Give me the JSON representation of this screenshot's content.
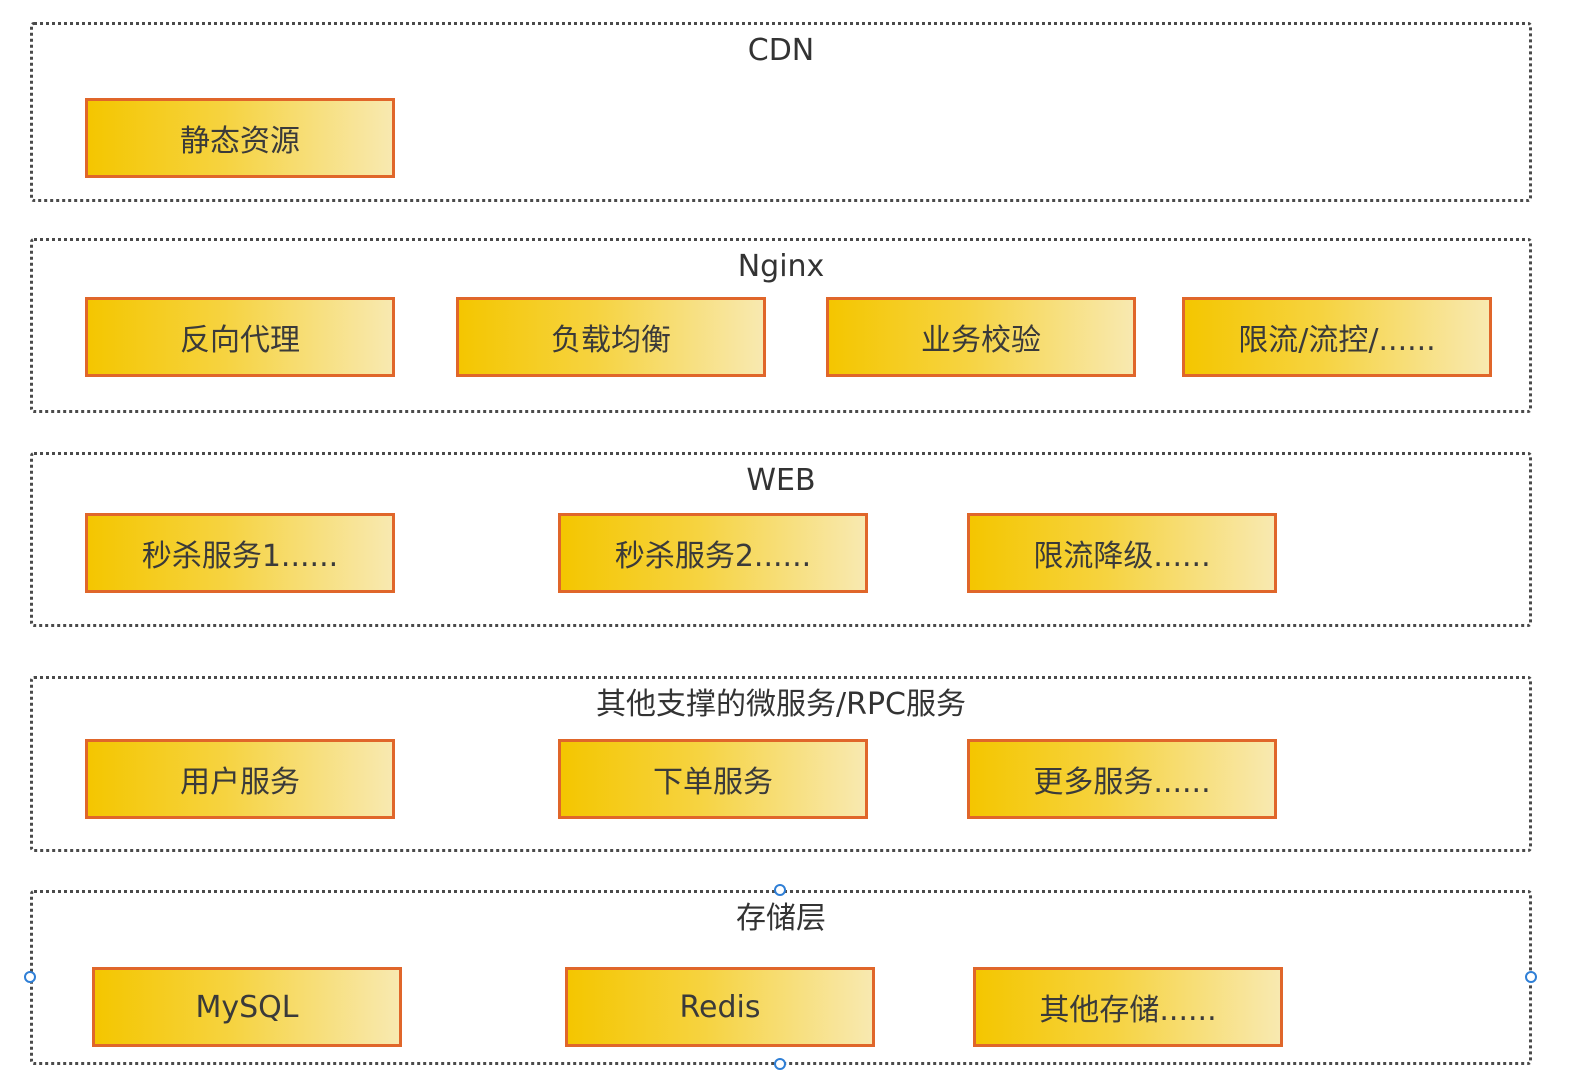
{
  "layers": {
    "cdn": {
      "title": "CDN",
      "nodes": [
        "静态资源"
      ]
    },
    "nginx": {
      "title": "Nginx",
      "nodes": [
        "反向代理",
        "负载均衡",
        "业务校验",
        "限流/流控/......"
      ]
    },
    "web": {
      "title": "WEB",
      "nodes": [
        "秒杀服务1......",
        "秒杀服务2......",
        "限流降级......"
      ]
    },
    "rpc": {
      "title": "其他支撑的微服务/RPC服务",
      "nodes": [
        "用户服务",
        "下单服务",
        "更多服务......"
      ]
    },
    "storage": {
      "title": "存储层",
      "nodes": [
        "MySQL",
        "Redis",
        "其他存储......"
      ]
    }
  },
  "colors": {
    "node_border": "#e0662a",
    "node_fill_start": "#f4c600",
    "node_fill_end": "#f8e9b0",
    "layer_border": "#4a4a4a",
    "selection_handle": "#2f7fd6"
  }
}
